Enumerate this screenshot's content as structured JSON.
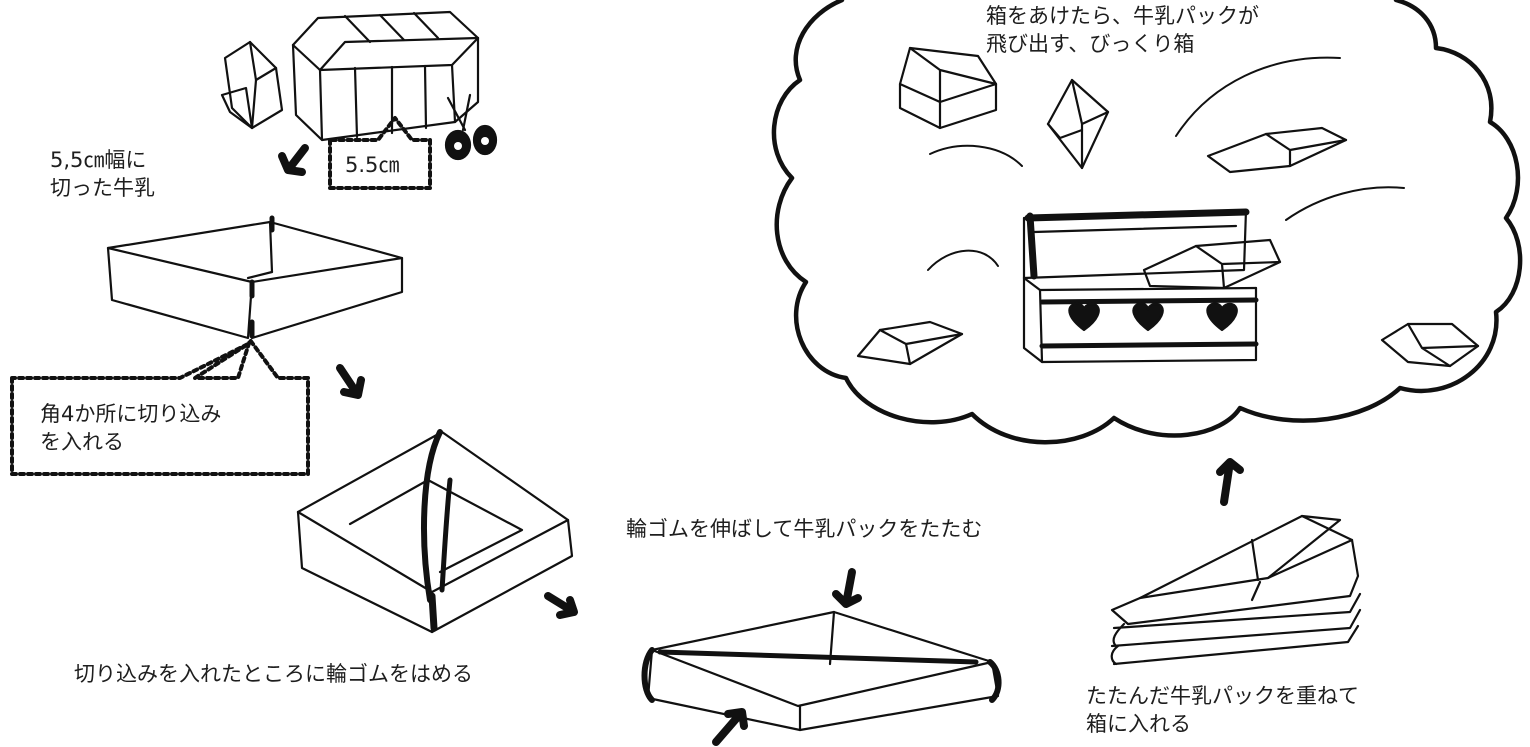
{
  "step1": {
    "label_line1": "5,5㎝幅に",
    "label_line2": "切った牛乳",
    "measure": "5.5㎝"
  },
  "step2": {
    "callout_line1": "角4か所に切り込み",
    "callout_line2": "を入れる"
  },
  "step3": {
    "caption": "切り込みを入れたところに輪ゴムをはめる"
  },
  "step4": {
    "caption": "輪ゴムを伸ばして牛乳パックをたたむ"
  },
  "step5": {
    "caption_line1": "たたんだ牛乳パックを重ねて",
    "caption_line2": "箱に入れる"
  },
  "result": {
    "caption_line1": "箱をあけたら、牛乳パックが",
    "caption_line2": "飛び出す、びっくり箱"
  },
  "colors": {
    "ink": "#111111",
    "paper": "#ffffff"
  }
}
